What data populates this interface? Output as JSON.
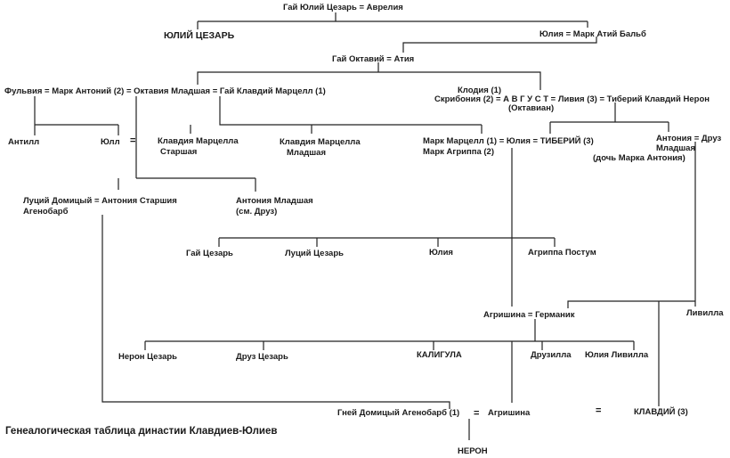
{
  "caption": "Генеалогическая таблица династии Клавдиев-Юлиев",
  "people": {
    "gai_avrelia": "Гай Юлий Цезарь = Аврелия",
    "julius_caesar": "ЮЛИЙ ЦЕЗАРЬ",
    "julia_balb": "Юлия = Марк Атий Бальб",
    "octavius_atia": "Гай Октавий = Атия",
    "fulvia_line": "Фульвия = Марк Антоний (2) = Октавия Младшая = Гай Клавдий Марцелл (1)",
    "clodia": "Клодия (1)",
    "augustus_line": "Скрибония (2) = А В Г У С Т = Ливия (3) = Тиберий Клавдий Нерон",
    "octavian": "(Октавиан)",
    "antyll": "Антилл",
    "yull": "Юлл",
    "eq_yull": "=",
    "claudia_marcella_maior_1": "Клавдия Марцелла",
    "claudia_marcella_maior_2": "Старшая",
    "claudia_marcella_minor_1": "Клавдия Марцелла",
    "claudia_marcella_minor_2": "Младшая",
    "marcellus_tiberius": "Марк Марцелл (1) = Юлия = ТИБЕРИЙ (3)",
    "agrippa": "Марк Агриппа (2)",
    "antonia_drusus": "Антония = Друз",
    "antonia_minor": "Младшая",
    "daughter_antony": "(дочь Марка Антония)",
    "domitius_1": "Луций Домицый = Антония Старшия",
    "domitius_2": "Агенобарб",
    "antonia_min_1": "Антония Младшая",
    "antonia_min_2": "(см. Друз)",
    "gaius_caesar": "Гай Цезарь",
    "lucius_caesar": "Луций Цезарь",
    "julia_child": "Юлия",
    "agrippa_postumus": "Агриппа Постум",
    "agrippina_germanicus": "Агришина = Германик",
    "livilla": "Ливилла",
    "nero_caesar": "Нерон Цезарь",
    "drusus_caesar": "Друз Цезарь",
    "caligula": "КАЛИГУЛА",
    "drusilla": "Друзилла",
    "julia_livilla": "Юлия Ливилла",
    "gnaeus_domitius": "Гней Домицый Агенобарб (1)",
    "eq_agrippina_left": "=",
    "agrippina_minor": "Агришина",
    "eq_agrippina_right": "=",
    "claudius": "КЛАВДИЙ (3)",
    "nero": "НЕРОН"
  }
}
